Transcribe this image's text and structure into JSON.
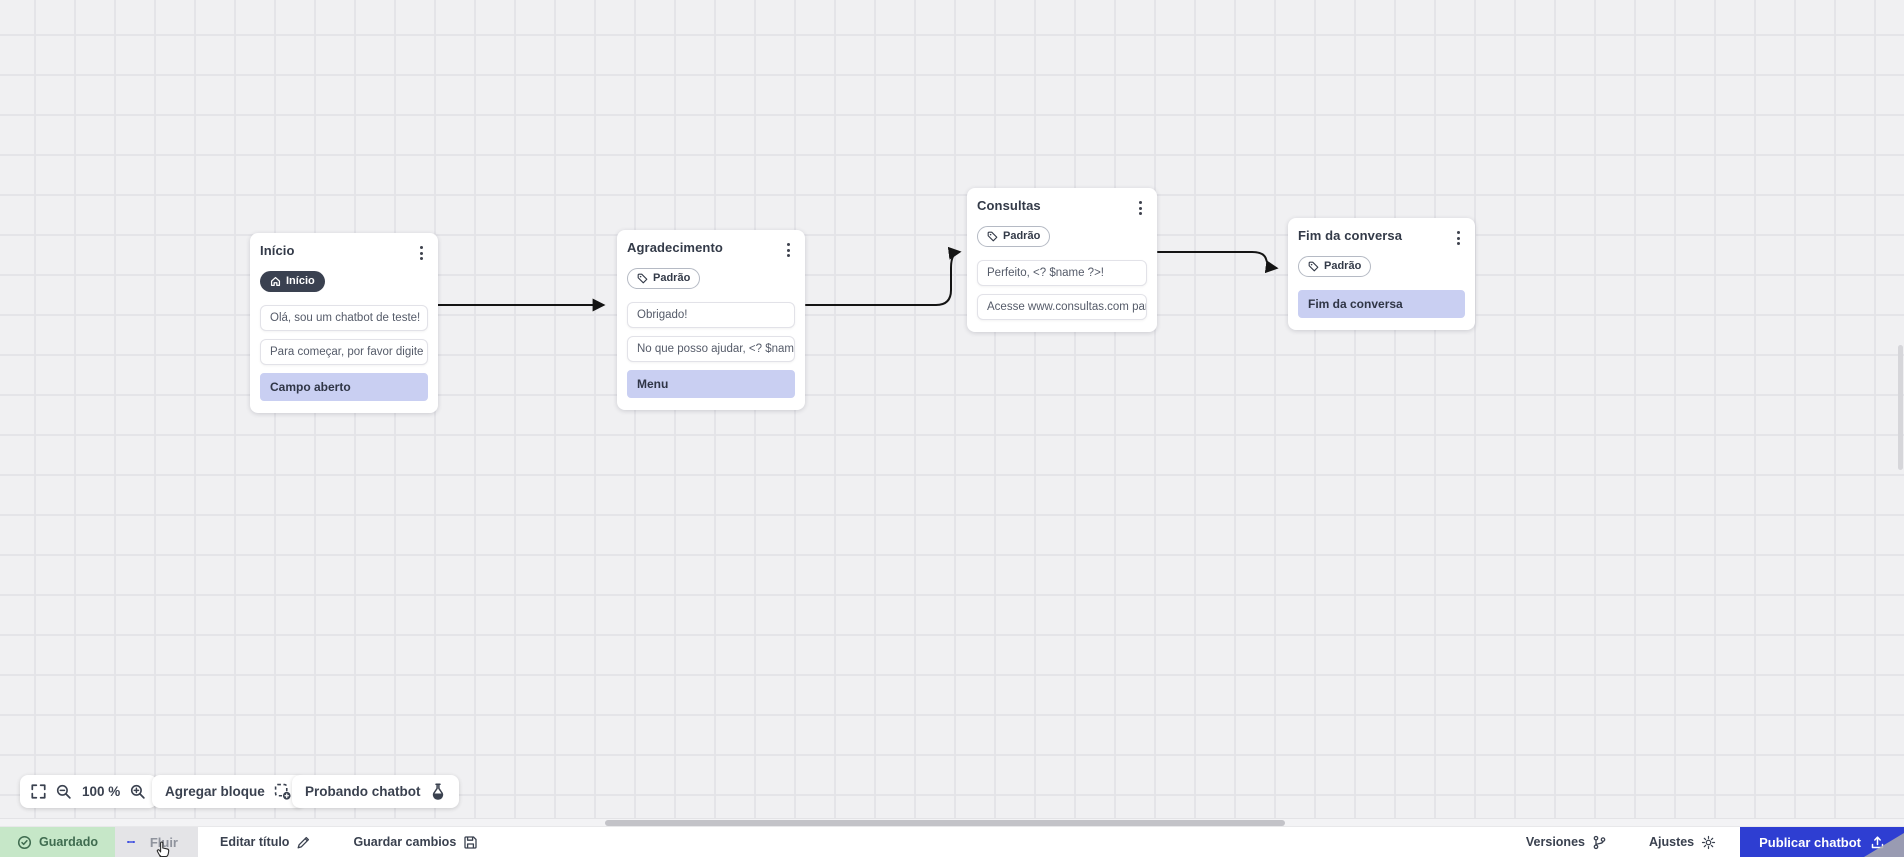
{
  "canvas": {
    "nodes": [
      {
        "title": "Início",
        "badge": "Início",
        "badge_icon": "home",
        "messages": [
          "Olá, sou um chatbot de teste!",
          "Para começar, por favor digite o ..."
        ],
        "highlight": "Campo aberto"
      },
      {
        "title": "Agradecimento",
        "badge": "Padrão",
        "badge_icon": "tag",
        "messages": [
          "Obrigado!",
          "No que posso ajudar, <? $name ..."
        ],
        "highlight": "Menu"
      },
      {
        "title": "Consultas",
        "badge": "Padrão",
        "badge_icon": "tag",
        "messages": [
          "Perfeito, <? $name ?>!",
          "Acesse www.consultas.com par..."
        ],
        "highlight": ""
      },
      {
        "title": "Fim da conversa",
        "badge": "Padrão",
        "badge_icon": "tag",
        "messages": [],
        "highlight": "Fim da conversa"
      }
    ],
    "edges": [
      {
        "from": "Início",
        "to": "Agradecimento"
      },
      {
        "from": "Agradecimento",
        "to": "Consultas"
      },
      {
        "from": "Consultas",
        "to": "Fim da conversa"
      }
    ]
  },
  "controls": {
    "zoom_level": "100 %",
    "add_block": "Agregar bloque",
    "test_chatbot": "Probando chatbot"
  },
  "statusbar": {
    "saved": "Guardado",
    "tab": "Fluir",
    "edit_title": "Editar título",
    "save_changes": "Guardar cambios",
    "versions": "Versiones",
    "settings": "Ajustes",
    "publish": "Publicar chatbot"
  },
  "colors": {
    "canvas_bg": "#f0f0f2",
    "grid_line": "#e4e4e8",
    "node_highlight": "#c9cff2",
    "badge_dark": "#3a4150",
    "saved_bg": "#c6e7c8",
    "saved_text": "#3f6b4f",
    "accent_blue": "#2e3ed2",
    "drag_dots": "#4353e0",
    "edge": "#141414"
  }
}
